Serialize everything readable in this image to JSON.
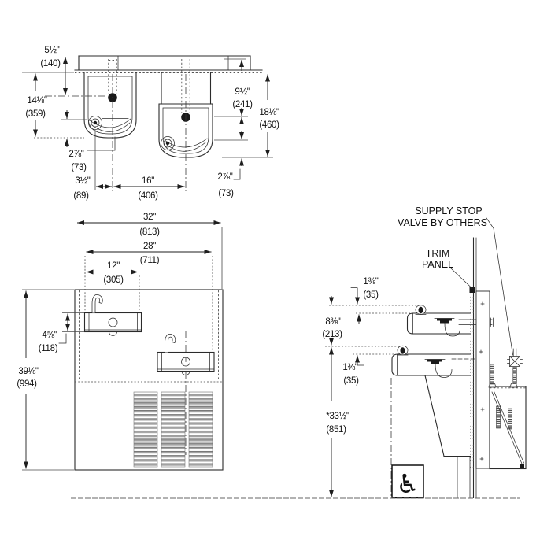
{
  "labels": {
    "supply_stop_line1": "SUPPLY STOP",
    "supply_stop_line2": "VALVE BY OTHERS",
    "trim_line1": "TRIM",
    "trim_line2": "PANEL",
    "accessibility_symbol": "♿"
  },
  "dims": {
    "top": {
      "setback": {
        "in": "5½\"",
        "mm": "(140)"
      },
      "left_depth": {
        "in": "14⅛\"",
        "mm": "(359)"
      },
      "left_front": {
        "in": "2⅞\"",
        "mm": "(73)"
      },
      "bubbler_offset": {
        "in": "3½\"",
        "mm": "(89)"
      },
      "spacing": {
        "in": "16\"",
        "mm": "(406)"
      },
      "right_front": {
        "in": "2⅞\"",
        "mm": "(73)"
      },
      "right_mid": {
        "in": "9½\"",
        "mm": "(241)"
      },
      "right_depth": {
        "in": "18⅛\"",
        "mm": "(460)"
      }
    },
    "front": {
      "overall_width": {
        "in": "32\"",
        "mm": "(813)"
      },
      "units_width": {
        "in": "28\"",
        "mm": "(711)"
      },
      "unit_width": {
        "in": "12\"",
        "mm": "(305)"
      },
      "unit_height": {
        "in": "4⅝\"",
        "mm": "(118)"
      },
      "cabinet_height": {
        "in": "39⅛\"",
        "mm": "(994)"
      }
    },
    "side": {
      "upper_bubbler": {
        "in": "1⅜\"",
        "mm": "(35)"
      },
      "bubbler_offset": {
        "in": "8⅜\"",
        "mm": "(213)"
      },
      "lower_bubbler": {
        "in": "1⅜\"",
        "mm": "(35)"
      },
      "ada_height": {
        "in": "*33½\"",
        "mm": "(851)"
      }
    }
  }
}
